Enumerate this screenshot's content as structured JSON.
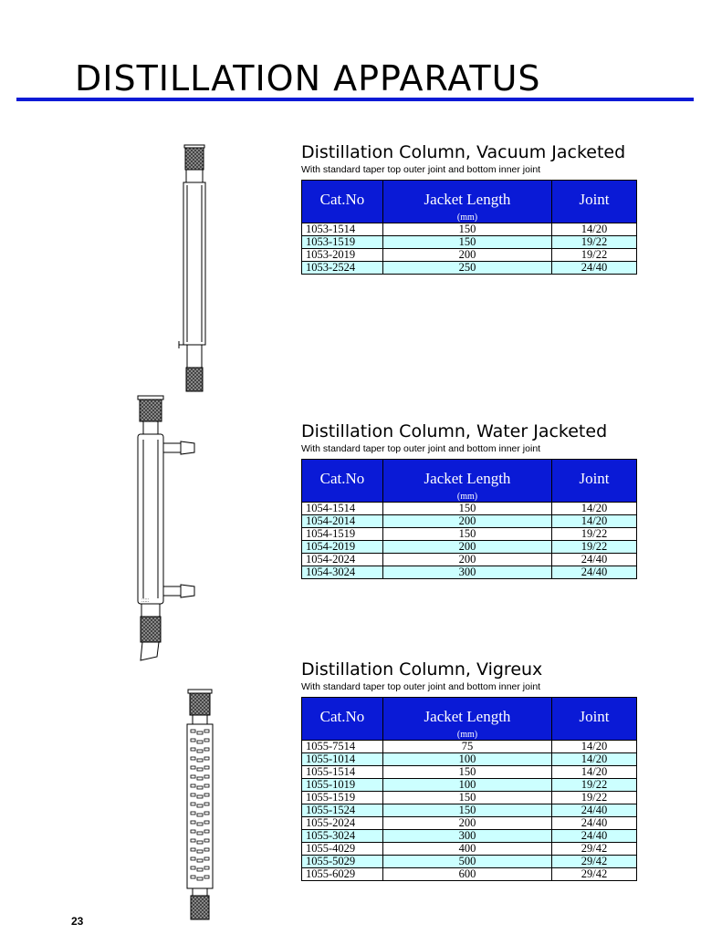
{
  "page": {
    "title": "DISTILLATION APPARATUS",
    "number": "23",
    "accent": "#0a1ad6",
    "alt_row": "#ccffff"
  },
  "columns": {
    "cat": "Cat.No",
    "length": "Jacket Length",
    "unit": "(mm)",
    "joint": "Joint"
  },
  "sections": [
    {
      "title": "Distillation Column, Vacuum Jacketed",
      "subtitle": "With standard taper top outer joint and bottom inner joint",
      "rows": [
        [
          "1053-1514",
          "150",
          "14/20"
        ],
        [
          "1053-1519",
          "150",
          "19/22"
        ],
        [
          "1053-2019",
          "200",
          "19/22"
        ],
        [
          "1053-2524",
          "250",
          "24/40"
        ]
      ]
    },
    {
      "title": "Distillation Column, Water Jacketed",
      "subtitle": "With standard taper top outer joint and bottom inner joint",
      "rows": [
        [
          "1054-1514",
          "150",
          "14/20"
        ],
        [
          "1054-2014",
          "200",
          "14/20"
        ],
        [
          "1054-1519",
          "150",
          "19/22"
        ],
        [
          "1054-2019",
          "200",
          "19/22"
        ],
        [
          "1054-2024",
          "200",
          "24/40"
        ],
        [
          "1054-3024",
          "300",
          "24/40"
        ]
      ]
    },
    {
      "title": "Distillation Column, Vigreux",
      "subtitle": "With standard taper top outer joint and bottom inner joint",
      "rows": [
        [
          "1055-7514",
          "75",
          "14/20"
        ],
        [
          "1055-1014",
          "100",
          "14/20"
        ],
        [
          "1055-1514",
          "150",
          "14/20"
        ],
        [
          "1055-1019",
          "100",
          "19/22"
        ],
        [
          "1055-1519",
          "150",
          "19/22"
        ],
        [
          "1055-1524",
          "150",
          "24/40"
        ],
        [
          "1055-2024",
          "200",
          "24/40"
        ],
        [
          "1055-3024",
          "300",
          "24/40"
        ],
        [
          "1055-4029",
          "400",
          "29/42"
        ],
        [
          "1055-5029",
          "500",
          "29/42"
        ],
        [
          "1055-6029",
          "600",
          "29/42"
        ]
      ]
    }
  ]
}
